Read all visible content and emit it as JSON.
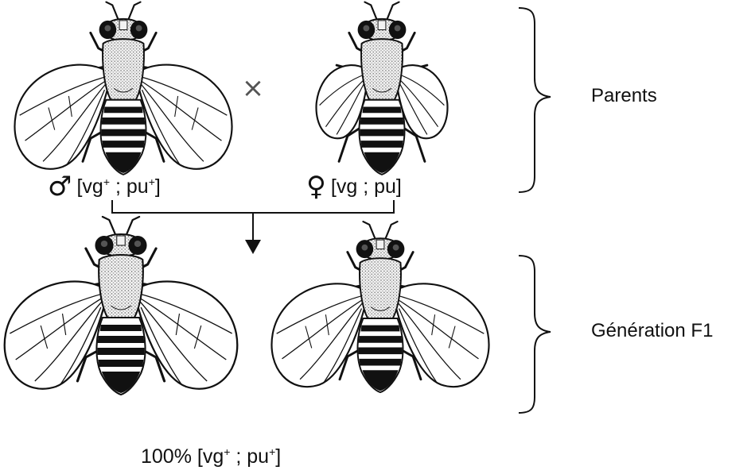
{
  "cross_symbol": "×",
  "parents": {
    "male": {
      "symbol": "♂",
      "pre": "[vg",
      "sup1": "+",
      "mid": " ; pu",
      "sup2": "+",
      "post": "]"
    },
    "female": {
      "symbol": "♀",
      "text": "[vg ; pu]"
    }
  },
  "offspring": {
    "pre": "100% [vg",
    "sup1": "+",
    "mid": " ; pu",
    "sup2": "+",
    "post": "]"
  },
  "group_labels": {
    "parents": "Parents",
    "f1": "Génération F1"
  }
}
